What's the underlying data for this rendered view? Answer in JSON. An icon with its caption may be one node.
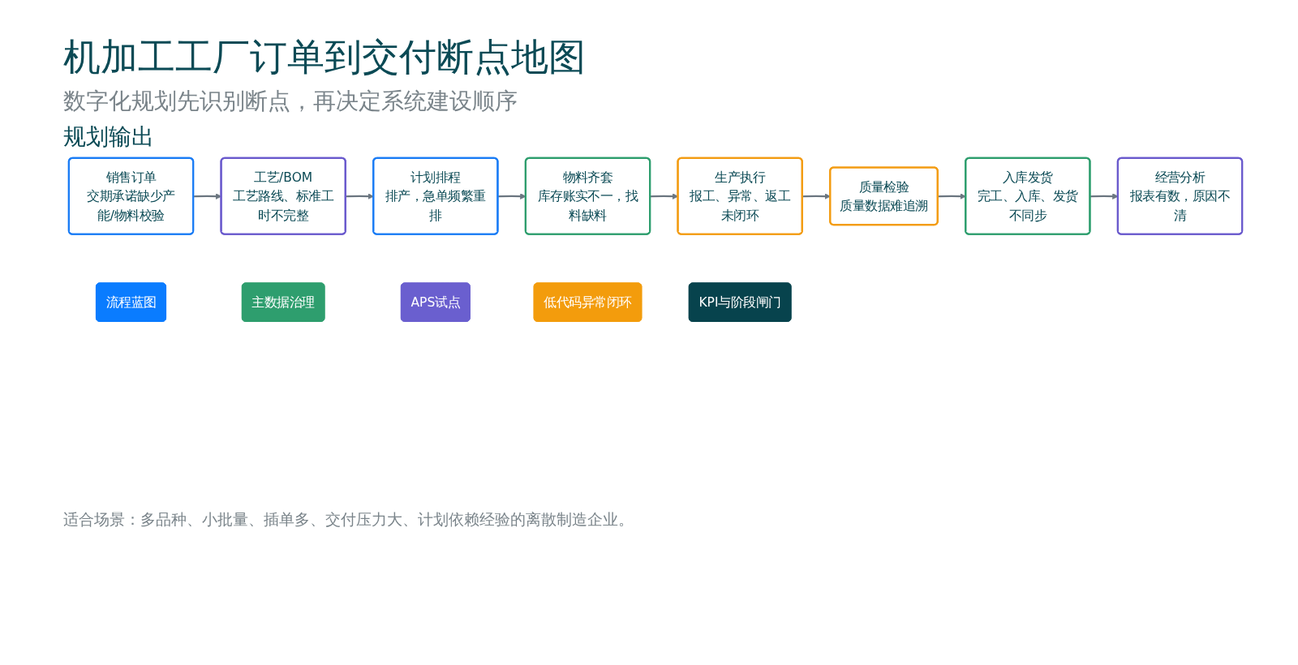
{
  "diagram": {
    "title": "机加工工厂订单到交付断点地图",
    "caption": "适合场景：多品种、小批量、插单多、交付压力大、计划依赖经验的离散制造企业。",
    "nodes": [
      {
        "text": [
          "销售订单",
          "交期承诺缺少产能/物料校验"
        ]
      },
      {
        "text": [
          "工艺/BOM",
          "工艺路线、标准工时不完整"
        ]
      },
      {
        "text": [
          "计划排程",
          "排产，急单频繁重排"
        ]
      },
      {
        "text": [
          "物料齐套",
          "库存账实不一，找料缺料"
        ]
      },
      {
        "text": [
          "生产执行",
          "报工、异常、返工未闭环"
        ]
      },
      {
        "text": [
          "质量检验",
          "质量数据难追溯"
        ]
      },
      {
        "text": [
          "入库发货",
          "完工、入库、发货不同步"
        ]
      },
      {
        "text": [
          "经营分析",
          "报表有数，原因不清"
        ]
      },
      {
        "text": [
          "流程蓝图"
        ]
      },
      {
        "text": [
          "主数据治理"
        ]
      },
      {
        "text": [
          "APS试点"
        ]
      },
      {
        "text": [
          "低代码异常闭环"
        ]
      },
      {
        "text": [
          "KPI与阶段闸门"
        ]
      }
    ],
    "edges": [
      {
        "from": 0,
        "to": 1,
        "arrow": "to"
      },
      {
        "from": 1,
        "to": 2,
        "arrow": "to"
      },
      {
        "from": 2,
        "to": 3,
        "arrow": "to"
      },
      {
        "from": 3,
        "to": 4,
        "arrow": "to"
      },
      {
        "from": 4,
        "to": 5,
        "arrow": "to"
      },
      {
        "from": 5,
        "to": 6,
        "arrow": "to"
      },
      {
        "from": 6,
        "to": 7,
        "arrow": "to"
      }
    ],
    "labels": [
      "数字化规划先识别断点，再决定系统建设顺序",
      "规划输出"
    ]
  }
}
